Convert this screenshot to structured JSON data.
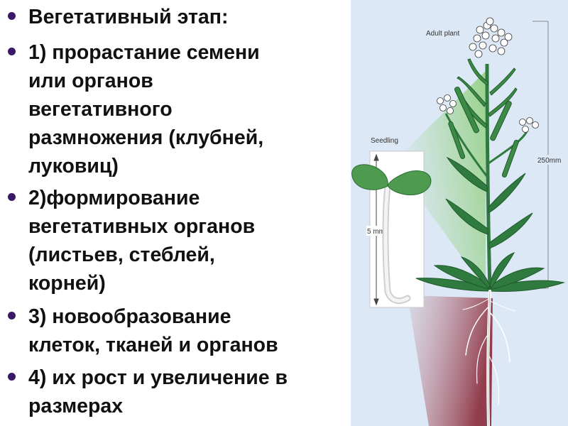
{
  "bullets": [
    {
      "lines": [
        "Вегетативный этап:"
      ]
    },
    {
      "lines": [
        "1) прорастание семени",
        "или органов",
        "вегетативного",
        "размножения (клубней,",
        "луковиц)"
      ]
    },
    {
      "lines": [
        "2)формирование",
        "вегетативных органов",
        "(листьев, стеблей,",
        "корней)"
      ]
    },
    {
      "lines": [
        "3) новообразование",
        "клеток, тканей и органов"
      ]
    },
    {
      "lines": [
        " 4) их рост и увеличение в",
        "размерах"
      ]
    }
  ],
  "figure": {
    "adult_label": "Adult plant",
    "seedling_label": "Seedling",
    "adult_size": "250mm",
    "seedling_size": "5 mm"
  },
  "colors": {
    "bullet": "#3a1a66",
    "figure_bg": "#dde8f6",
    "leaf": "#2f7a3e",
    "leaf_dark": "#1f5a2c",
    "green_wedge": "#8ecf7a",
    "root_wedge": "#8a2a3a"
  }
}
